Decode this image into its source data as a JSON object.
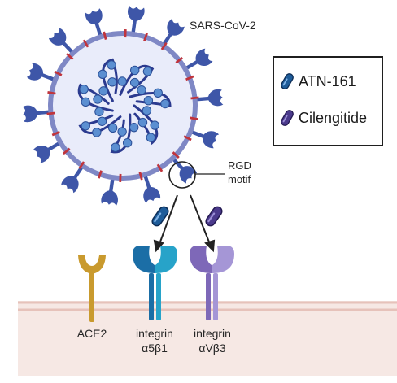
{
  "virus": {
    "label": "SARS-CoV-2"
  },
  "motif": {
    "line1": "RGD",
    "line2": "motif"
  },
  "legend": {
    "items": [
      {
        "label": "ATN-161",
        "color": "#1e5c99"
      },
      {
        "label": "Cilengitide",
        "color": "#4b3a8c"
      }
    ]
  },
  "receptors": {
    "ace2": {
      "label": "ACE2",
      "color": "#c99a2e"
    },
    "a5b1": {
      "line1": "integrin",
      "line2": "α5β1",
      "color": "#1b6ea6"
    },
    "avb3": {
      "line1": "integrin",
      "line2": "αVβ3",
      "color": "#7e68b8"
    }
  },
  "colors": {
    "membrane": "#f6e8e4",
    "membrane_line": "#e6c2ba",
    "envelope": "#7f88c5",
    "envelope_fill": "#e9ecfa",
    "spike": "#3e56a8",
    "rna": "#2b3a8f",
    "rna_bead": "#5b8fd1",
    "m_protein": "#c0343c"
  }
}
